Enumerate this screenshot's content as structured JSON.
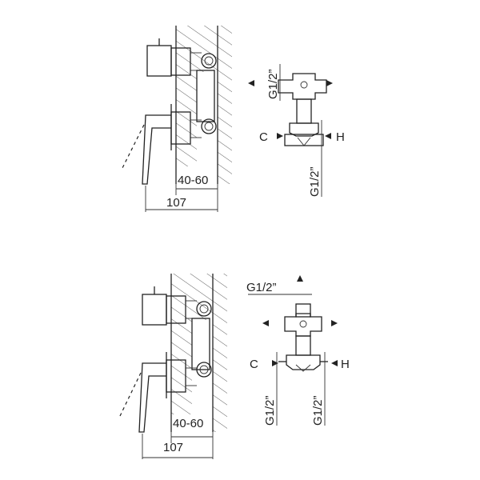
{
  "top": {
    "side": {
      "wall_range": "40-60",
      "depth": "107"
    },
    "front": {
      "thread_top": "G1/2”",
      "thread_bottom": "G1/2”",
      "cold": "C",
      "hot": "H"
    }
  },
  "bottom": {
    "side": {
      "wall_range": "40-60",
      "depth": "107"
    },
    "front": {
      "thread_top": "G1/2”",
      "thread_left": "G1/2”",
      "thread_right": "G1/2”",
      "cold": "C",
      "hot": "H"
    }
  }
}
